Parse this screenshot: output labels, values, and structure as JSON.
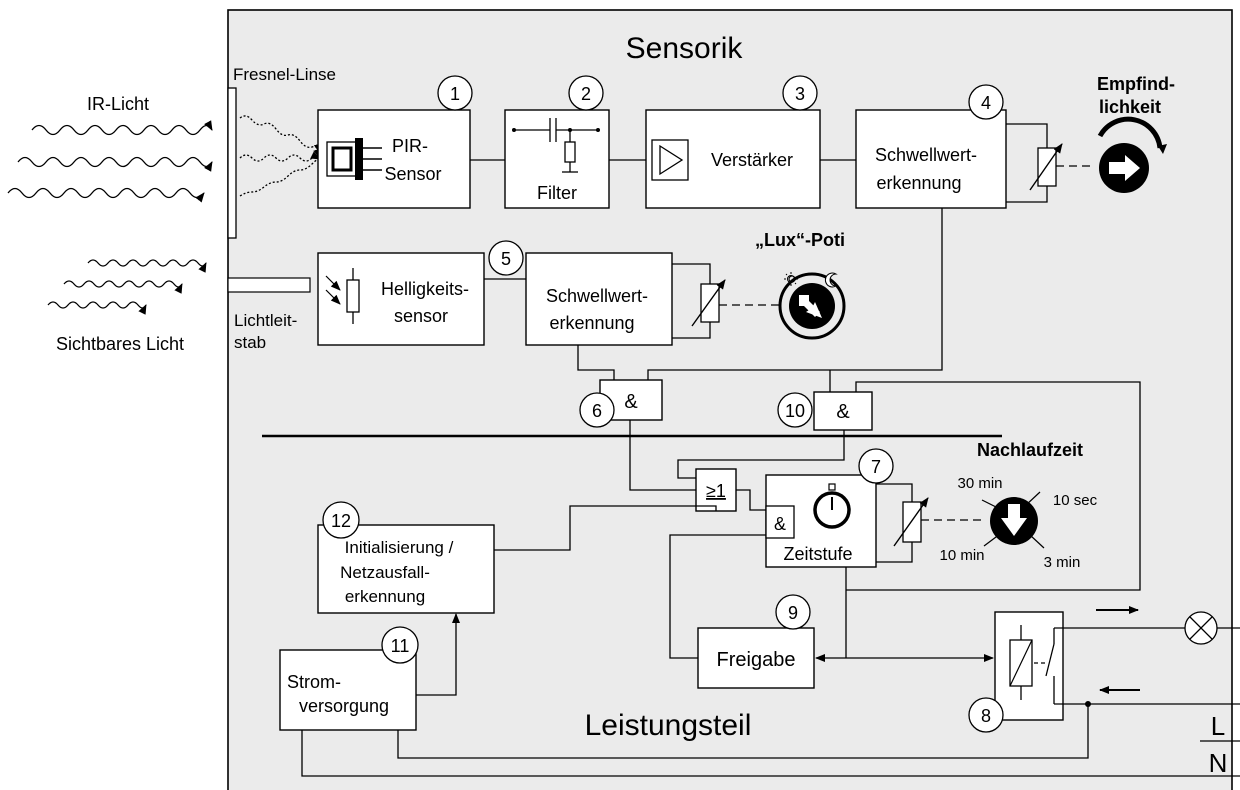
{
  "section_titles": {
    "top": "Sensorik",
    "bottom": "Leistungsteil"
  },
  "inputs": {
    "ir_light": "IR-Licht",
    "fresnel_lens": "Fresnel-Linse",
    "visible_light": "Sichtbares Licht",
    "light_rod": [
      "Lichtleit-",
      "stab"
    ]
  },
  "blocks": [
    {
      "id": "pir",
      "number": "1",
      "lines": [
        "PIR-",
        "Sensor"
      ]
    },
    {
      "id": "filter",
      "number": "2",
      "lines": [
        "Filter"
      ]
    },
    {
      "id": "amplifier",
      "number": "3",
      "lines": [
        "Verstärker"
      ]
    },
    {
      "id": "threshold_ir",
      "number": "4",
      "lines": [
        "Schwellwert-",
        "erkennung"
      ]
    },
    {
      "id": "brightness_sensor",
      "number": "",
      "lines": [
        "Helligkeits-",
        "sensor"
      ]
    },
    {
      "id": "threshold_lux",
      "number": "5",
      "lines": [
        "Schwellwert-",
        "erkennung"
      ]
    },
    {
      "id": "and_6",
      "number": "6",
      "lines": [
        "&"
      ]
    },
    {
      "id": "and_10",
      "number": "10",
      "lines": [
        "&"
      ]
    },
    {
      "id": "or_gate",
      "number": "",
      "lines": [
        "≥1"
      ]
    },
    {
      "id": "timer",
      "number": "7",
      "lines": [
        "&",
        "Zeitstufe"
      ]
    },
    {
      "id": "init",
      "number": "12",
      "lines": [
        "Initialisierung /",
        "Netzausfall-",
        "erkennung"
      ]
    },
    {
      "id": "release",
      "number": "9",
      "lines": [
        "Freigabe"
      ]
    },
    {
      "id": "power_supply",
      "number": "11",
      "lines": [
        "Strom-",
        "versorgung"
      ]
    },
    {
      "id": "relay",
      "number": "8",
      "lines": []
    }
  ],
  "controls": {
    "sensitivity": [
      "Empfind-",
      "lichkeit"
    ],
    "lux_poti": "„Lux“-Poti",
    "run_on_time": {
      "title": "Nachlaufzeit",
      "marks": [
        "30 min",
        "10 sec",
        "10 min",
        "3 min"
      ]
    }
  },
  "mains": {
    "L": "L",
    "N": "N"
  }
}
